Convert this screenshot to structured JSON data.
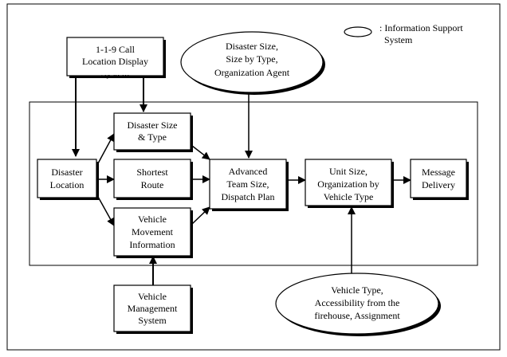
{
  "legend": {
    "label_lines": [
      ": Information Support",
      "System"
    ]
  },
  "nodes": {
    "call_display": {
      "lines": [
        "1-1-9 Call",
        "Location Display",
        "System"
      ]
    },
    "disaster_size_type": {
      "lines": [
        "Disaster Size",
        "& Type"
      ]
    },
    "disaster_location": {
      "lines": [
        "Disaster",
        "Location"
      ]
    },
    "shortest_route": {
      "lines": [
        "Shortest",
        "Route"
      ]
    },
    "vehicle_movement": {
      "lines": [
        "Vehicle",
        "Movement",
        "Information"
      ]
    },
    "advanced_team": {
      "lines": [
        "Advanced",
        "Team Size,",
        "Dispatch Plan"
      ]
    },
    "unit_size": {
      "lines": [
        "Unit Size,",
        "Organization by",
        "Vehicle Type"
      ]
    },
    "message_delivery": {
      "lines": [
        "Message",
        "Delivery"
      ]
    },
    "vehicle_mgmt": {
      "lines": [
        "Vehicle",
        "Management",
        "System"
      ]
    },
    "disaster_agent": {
      "lines": [
        "Disaster Size,",
        "Size by Type,",
        "Organization Agent"
      ]
    },
    "vehicle_type_info": {
      "lines": [
        "Vehicle Type,",
        "Accessibility from the",
        "firehouse, Assignment"
      ]
    }
  }
}
